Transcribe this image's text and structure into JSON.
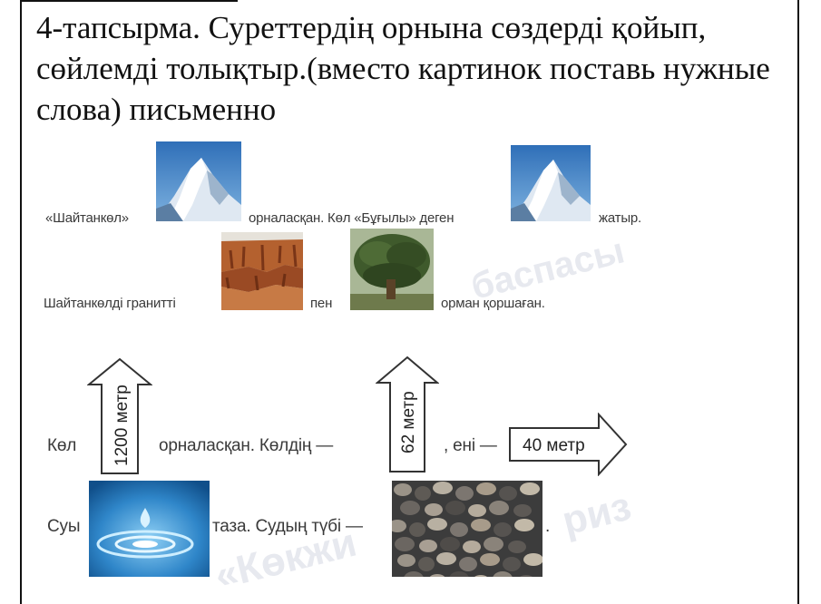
{
  "task": {
    "title": "4-тапсырма. Суреттердің орнына сөздерді қойып, сөйлемді толықтыр.(вместо картинок поставь нужные слова) письменно"
  },
  "watermark": {
    "top_text": "баспасы",
    "bottom_text": "«Көкжи",
    "bottom_tail": "риз"
  },
  "sentences": {
    "s1_part1": "«Шайтанкөл»",
    "s1_part2": "орналасқан. Көл «Бұғылы» деген",
    "s1_part3": "жатыр.",
    "s2_part1": "Шайтанкөлді гранитті",
    "s2_part2": "пен",
    "s2_part3": "орман қоршаған.",
    "s3_part1": "Көл",
    "s3_part2": "орналасқан. Көлдің —",
    "s3_part3": ", ені —",
    "s4_part1": "Суы",
    "s4_part2": "таза. Судың түбі —",
    "s4_part3": "."
  },
  "arrows": {
    "height_label": "1200 метр",
    "length_label": "62 метр",
    "width_label": "40 метр"
  },
  "pictures": [
    "mountain-icon",
    "mountain-icon",
    "red-rock-cliff-icon",
    "cedar-tree-icon",
    "water-drop-icon",
    "pebbles-icon"
  ],
  "colors": {
    "mountain_sky": "#3f7fc4",
    "rock": "#a8532e",
    "tree": "#3f5a2c",
    "water": "#2f86c9",
    "pebbles": "#6b6b6b"
  }
}
